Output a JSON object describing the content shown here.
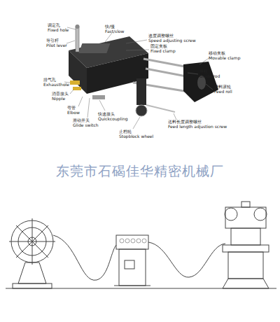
{
  "diagram": {
    "labels": [
      "调定孔",
      "Fixed hole",
      "快/慢",
      "Fast/slow",
      "速度调整螺丝",
      "Speed adjusting screw",
      "固定夹板",
      "Fixed clamp",
      "导引杆",
      "Pilot lever",
      "移动夹板",
      "Movable clamp",
      "导柱",
      "Guide rod",
      "排气孔",
      "Exhausthole",
      "进料滚轮",
      "Feed roll",
      "消音接头",
      "Nipple",
      "弯管",
      "Elbow",
      "快速接头",
      "Quickcoupling",
      "滑动开关",
      "Glide switch",
      "止档轮",
      "Stopblock wheel",
      "送料长度调整螺丝",
      "Feed length adjustion screw",
      "东莞市石碣佳华精密机械厂"
    ]
  }
}
